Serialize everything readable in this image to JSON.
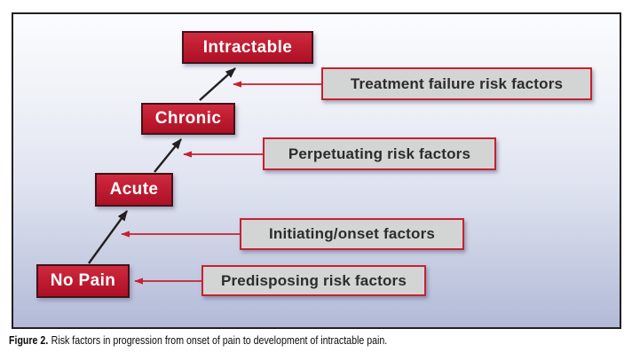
{
  "figure": {
    "caption": {
      "label": "Figure 2.",
      "text": "Risk factors in progression from onset of pain to development of intractable pain."
    }
  },
  "diagram": {
    "stages": [
      {
        "id": "no-pain",
        "label": "No Pain"
      },
      {
        "id": "acute",
        "label": "Acute"
      },
      {
        "id": "chronic",
        "label": "Chronic"
      },
      {
        "id": "intractable",
        "label": "Intractable"
      }
    ],
    "factors": [
      {
        "id": "predisposing",
        "label": "Predisposing risk factors",
        "points_to": "no-pain"
      },
      {
        "id": "initiating",
        "label": "Initiating/onset factors",
        "points_to": "no-pain-to-acute"
      },
      {
        "id": "perpetuating",
        "label": "Perpetuating risk factors",
        "points_to": "acute-to-chronic"
      },
      {
        "id": "treatment-failure",
        "label": "Treatment failure risk factors",
        "points_to": "chronic-to-intractable"
      }
    ],
    "colors": {
      "stage_fill": "#c01d31",
      "stage_border": "#421318",
      "stage_text": "#ffffff",
      "factor_fill": "#d3d4d4",
      "factor_border": "#c62132",
      "factor_text": "#2d2b2c",
      "progression_arrow": "#231f20",
      "factor_arrow": "#c62132",
      "panel_gradient_top": "#fbfcfe",
      "panel_gradient_bottom": "#b2bad8",
      "frame_border": "#231f20"
    }
  }
}
